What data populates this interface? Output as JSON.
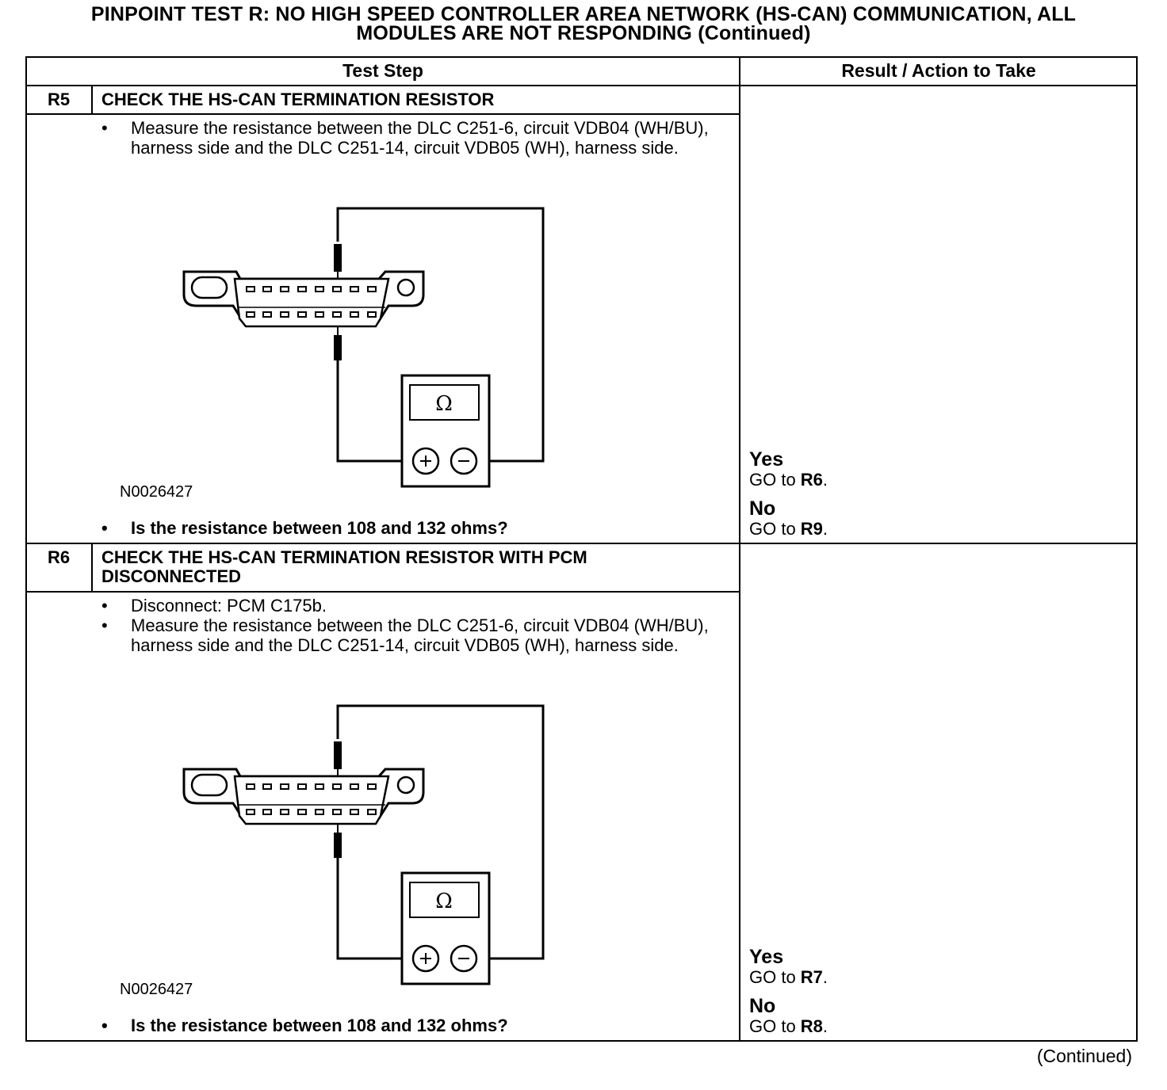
{
  "title": {
    "line1": "PINPOINT TEST  R: NO HIGH SPEED CONTROLLER AREA NETWORK (HS-CAN) COMMUNICATION, ALL",
    "line2": "MODULES ARE NOT RESPONDING (Continued)"
  },
  "table": {
    "col_step": "Test Step",
    "col_result": "Result / Action to Take"
  },
  "steps": [
    {
      "id": "R5",
      "title": "CHECK THE HS-CAN TERMINATION RESISTOR",
      "bullet1": "Measure the resistance between the DLC C251-6, circuit VDB04 (WH/BU), harness side and the DLC C251-14, circuit VDB05 (WH), harness side.",
      "figure_id": "N0026427",
      "meter_symbol": "Ω",
      "question": "Is the resistance between 108 and 132 ohms?",
      "yes_label": "Yes",
      "yes_action": "GO to ",
      "yes_target": "R6",
      "no_label": "No",
      "no_action": "GO to ",
      "no_target": "R9"
    },
    {
      "id": "R6",
      "title_line1": "CHECK THE HS-CAN TERMINATION RESISTOR WITH PCM",
      "title_line2": "DISCONNECTED",
      "bullet0": "Disconnect: PCM C175b.",
      "bullet1": "Measure the resistance between the DLC C251-6, circuit VDB04 (WH/BU), harness side and the DLC C251-14, circuit VDB05 (WH), harness side.",
      "figure_id": "N0026427",
      "meter_symbol": "Ω",
      "question": "Is the resistance between 108 and 132 ohms?",
      "yes_label": "Yes",
      "yes_action": "GO to ",
      "yes_target": "R7",
      "no_label": "No",
      "no_action": "GO to ",
      "no_target": "R8"
    }
  ],
  "bullet_char": "•",
  "period": ".",
  "continued": "(Continued)"
}
